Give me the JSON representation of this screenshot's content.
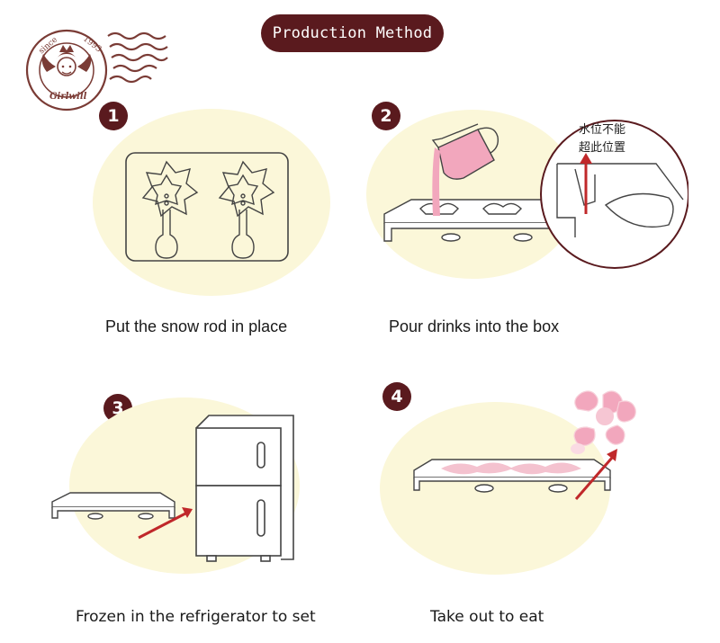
{
  "header": {
    "title": "Production Method",
    "title_bg": "#5a1a1e"
  },
  "logo": {
    "left_text": "since",
    "right_text": "1993",
    "brand": "Girlwill"
  },
  "steps": [
    {
      "number": "1",
      "caption": "Put the snow rod in place"
    },
    {
      "number": "2",
      "caption": "Pour drinks into the box"
    },
    {
      "number": "3",
      "caption": "Frozen in the refrigerator to set"
    },
    {
      "number": "4",
      "caption": "Take out to eat"
    }
  ],
  "callout": {
    "line1": "水位不能",
    "line2": "超此位置"
  },
  "colors": {
    "blob": "#fbf7d9",
    "accent_dark": "#5a1a1e",
    "arrow": "#c0282a",
    "pink": "#f2a7bd"
  }
}
